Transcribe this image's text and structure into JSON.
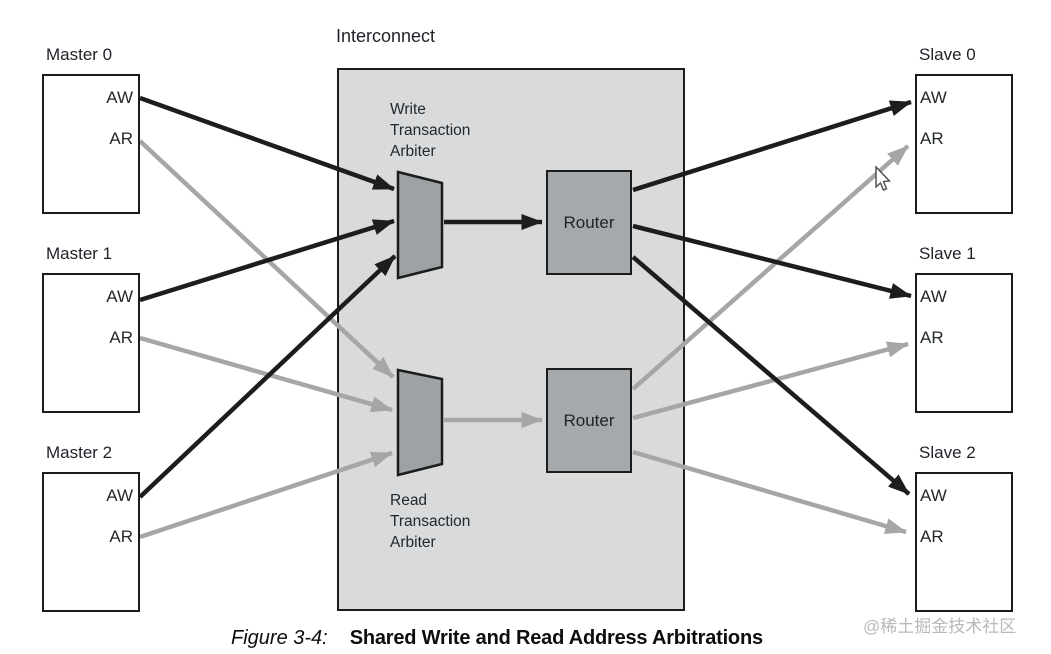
{
  "interconnect": {
    "label": "Interconnect",
    "write_arbiter": {
      "line1": "Write",
      "line2": "Transaction",
      "line3": "Arbiter"
    },
    "read_arbiter": {
      "line1": "Read",
      "line2": "Transaction",
      "line3": "Arbiter"
    },
    "write_router": "Router",
    "read_router": "Router"
  },
  "masters": [
    {
      "label": "Master 0",
      "aw": "AW",
      "ar": "AR"
    },
    {
      "label": "Master 1",
      "aw": "AW",
      "ar": "AR"
    },
    {
      "label": "Master 2",
      "aw": "AW",
      "ar": "AR"
    }
  ],
  "slaves": [
    {
      "label": "Slave 0",
      "aw": "AW",
      "ar": "AR"
    },
    {
      "label": "Slave 1",
      "aw": "AW",
      "ar": "AR"
    },
    {
      "label": "Slave 2",
      "aw": "AW",
      "ar": "AR"
    }
  ],
  "caption": {
    "prefix": "Figure 3-4:",
    "text": "Shared Write and Read Address Arbitrations"
  },
  "watermark": "@稀土掘金技术社区",
  "colors": {
    "write_channel": "#1d1d1d",
    "read_channel": "#a6a6a6",
    "interconnect_fill": "#d8dadb",
    "block_fill": "#a4a8ab",
    "text": "#1e2228",
    "watermark": "#b9b9b9"
  },
  "connections": [
    {
      "from": "Master 0 AW",
      "to": "Write Transaction Arbiter",
      "channel": "write"
    },
    {
      "from": "Master 1 AW",
      "to": "Write Transaction Arbiter",
      "channel": "write"
    },
    {
      "from": "Master 2 AW",
      "to": "Write Transaction Arbiter",
      "channel": "write"
    },
    {
      "from": "Write Transaction Arbiter",
      "to": "Write Router",
      "channel": "write"
    },
    {
      "from": "Write Router",
      "to": "Slave 0 AW",
      "channel": "write"
    },
    {
      "from": "Write Router",
      "to": "Slave 1 AW",
      "channel": "write"
    },
    {
      "from": "Write Router",
      "to": "Slave 2 AW",
      "channel": "write"
    },
    {
      "from": "Master 0 AR",
      "to": "Read Transaction Arbiter",
      "channel": "read"
    },
    {
      "from": "Master 1 AR",
      "to": "Read Transaction Arbiter",
      "channel": "read"
    },
    {
      "from": "Master 2 AR",
      "to": "Read Transaction Arbiter",
      "channel": "read"
    },
    {
      "from": "Read Transaction Arbiter",
      "to": "Read Router",
      "channel": "read"
    },
    {
      "from": "Read Router",
      "to": "Slave 0 AR",
      "channel": "read"
    },
    {
      "from": "Read Router",
      "to": "Slave 1 AR",
      "channel": "read"
    },
    {
      "from": "Read Router",
      "to": "Slave 2 AR",
      "channel": "read"
    }
  ]
}
